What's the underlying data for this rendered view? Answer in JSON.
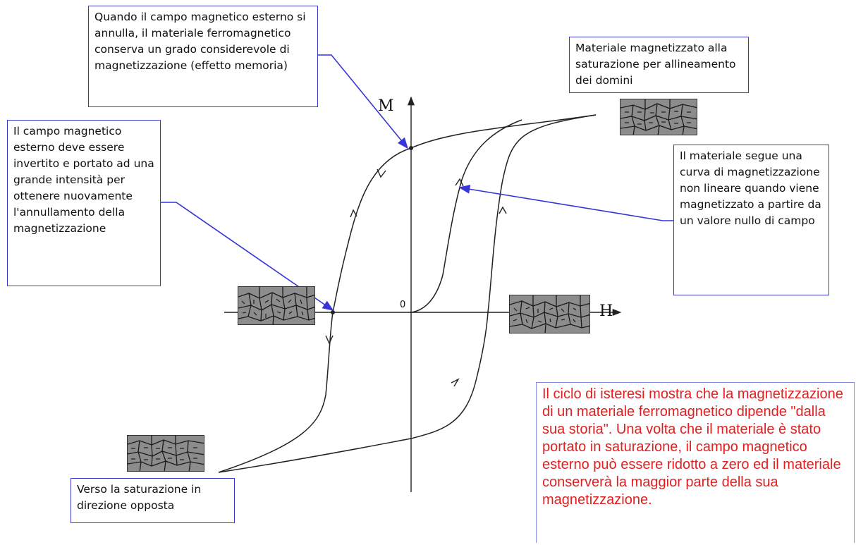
{
  "axes": {
    "x_label": "H",
    "y_label": "M",
    "origin_label": "0"
  },
  "notes": {
    "remanence": "Quando il campo magnetico esterno si annulla, il materiale ferromagnetico conserva un grado considerevole di magnetizzazione (effetto memoria)",
    "saturation": "Materiale magnetizzato alla saturazione per allineamento dei domini",
    "coercivity": "Il campo magnetico esterno deve essere invertito e portato ad una grande intensità per ottenere nuovamente l'annullamento della magnetizzazione",
    "initial_curve": "Il materiale segue una curva di magnetizzazione non lineare quando viene magnetizzato a partire da un valore nullo di campo",
    "negative_saturation": "Verso la saturazione in direzione opposta",
    "summary": "Il ciclo di isteresi mostra che la magnetizzazione di un materiale ferromagnetico dipende \"dalla sua storia\". Una volta che il materiale è stato portato in saturazione, il campo magnetico esterno può essere ridotto a zero ed il materiale conserverà la maggior parte della sua magnetizzazione."
  },
  "colors": {
    "box_border": "#3a3ad0",
    "arrow": "#3535d8",
    "summary_text": "#e02020",
    "curve": "#222222",
    "grain_fill": "#8c8c8c"
  }
}
